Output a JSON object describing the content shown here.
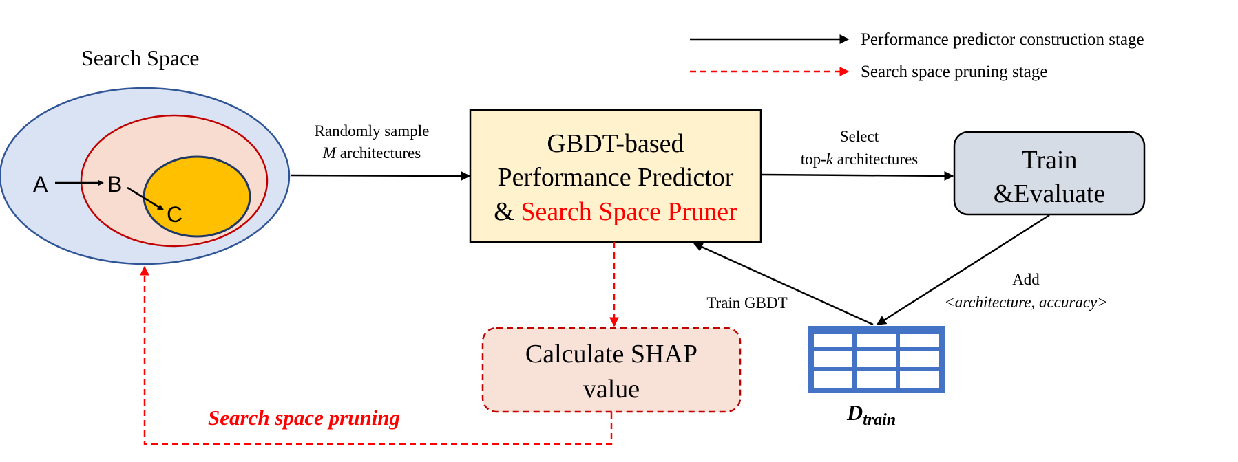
{
  "legend": {
    "solid_label": "Performance predictor construction stage",
    "dashed_label": "Search space pruning stage"
  },
  "search_space": {
    "title": "Search Space",
    "node_a": "A",
    "node_b": "B",
    "node_c": "C"
  },
  "edges": {
    "sample_line1": "Randomly sample",
    "sample_line2_var": "M",
    "sample_line2_rest": " architectures",
    "select_line1": "Select",
    "select_line2_pre": "top-",
    "select_line2_var": "k",
    "select_line2_rest": " architectures",
    "add_line1": "Add",
    "add_line2": "<architecture, accuracy>",
    "train_gbdt": "Train GBDT",
    "pruning": "Search space pruning"
  },
  "predictor": {
    "line1": "GBDT-based",
    "line2": "Performance Predictor",
    "line3_prefix": "& ",
    "line3_red": "Search Space Pruner"
  },
  "train_eval": {
    "line1": "Train",
    "line2": "&Evaluate"
  },
  "shap": {
    "line1": "Calculate SHAP",
    "line2": "value"
  },
  "dataset": {
    "label_main": "D",
    "label_sub": "train"
  },
  "colors": {
    "outer_fill": "#dae3f3",
    "outer_stroke": "#2f5597",
    "middle_fill": "#f8dccf",
    "middle_stroke": "#c00000",
    "inner_fill": "#ffc000",
    "inner_stroke": "#1f3864",
    "predictor_fill": "#fff2cc",
    "train_fill": "#d6dce5",
    "shap_fill": "#f8e1d7",
    "red": "#ff0000",
    "table_blue": "#4472c4"
  }
}
